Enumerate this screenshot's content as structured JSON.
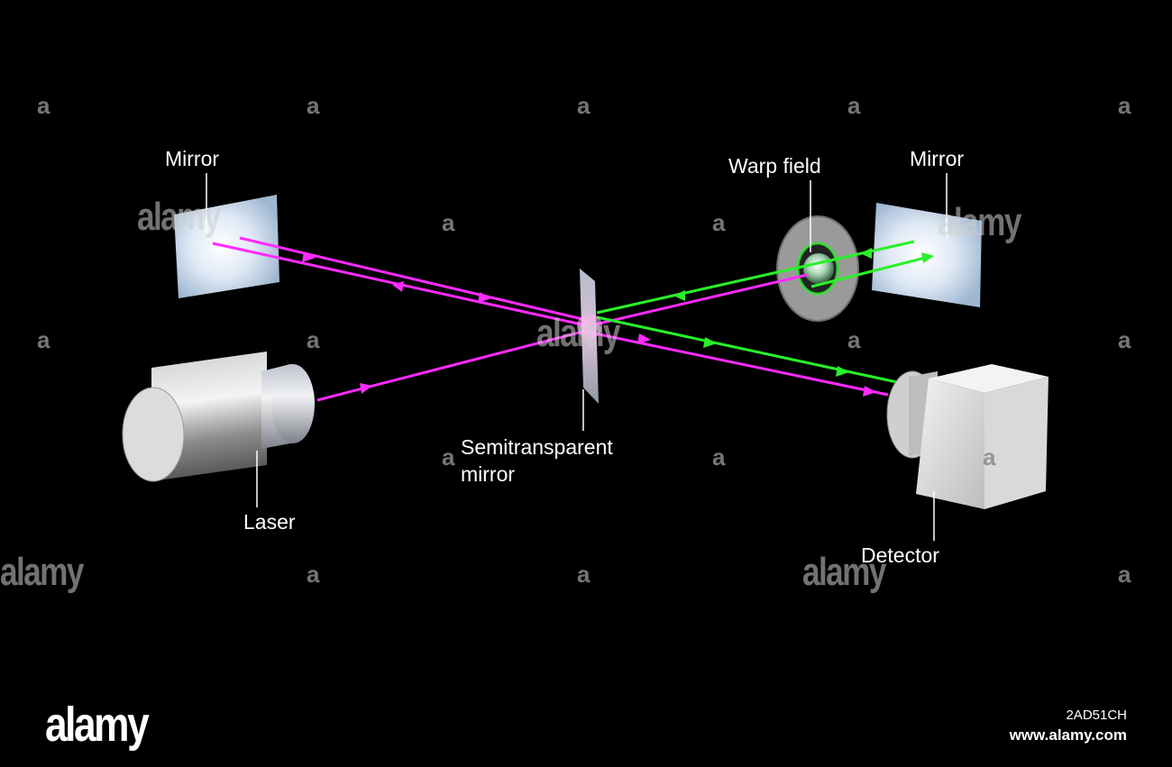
{
  "labels": {
    "mirror_left": "Mirror",
    "mirror_right": "Mirror",
    "warp_field": "Warp field",
    "semitransparent_line1": "Semitransparent",
    "semitransparent_line2": "mirror",
    "laser": "Laser",
    "detector": "Detector"
  },
  "watermark": {
    "small": "a",
    "large": "alamy"
  },
  "footer": {
    "logo": "alamy",
    "image_id": "2AD51CH",
    "url": "www.alamy.com"
  },
  "colors": {
    "background": "#000000",
    "laser_beam": "#ff2bff",
    "warp_beam": "#29f02a",
    "label_text": "#ffffff"
  }
}
